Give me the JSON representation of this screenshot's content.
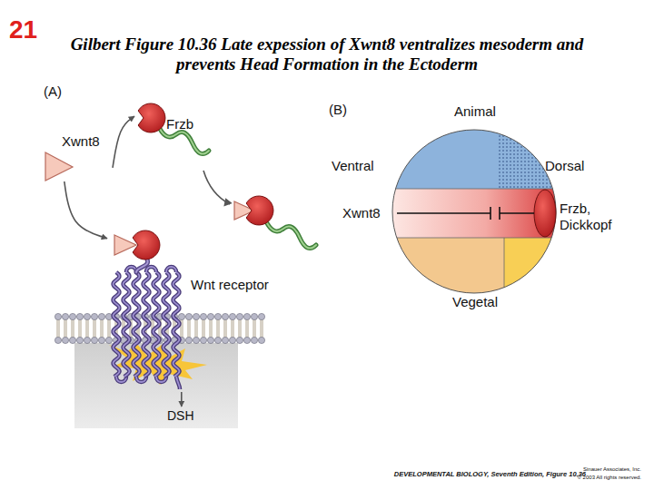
{
  "diagram": {
    "title": "Gilbert Figure 10.36 Late expession of Xwnt8 ventralizes mesoderm and prevents Head Formation in the Ectoderm",
    "nodes": [
      {
        "text": [
          "Xwnt8"
        ]
      },
      {
        "text": [
          "Frzb"
        ]
      },
      {
        "text": [
          "Wnt receptor"
        ]
      },
      {
        "text": [
          "DSH"
        ]
      }
    ],
    "edges": [
      {
        "from": 0,
        "to": 1,
        "arrow": "to"
      },
      {
        "from": 0,
        "to": 2,
        "arrow": "to"
      },
      {
        "from": 2,
        "to": 3,
        "arrow": "to"
      }
    ],
    "labels": [
      "21",
      "(A)",
      "(B)",
      "Animal",
      "Ventral",
      "Dorsal",
      "Xwnt8",
      "Frzb, Dickkopf",
      "Vegetal",
      "DEVELOPMENTAL BIOLOGY, Seventh Edition, Figure 10.36",
      "Sinauer Associates, Inc.",
      "© 2003 All rights reserved."
    ]
  }
}
